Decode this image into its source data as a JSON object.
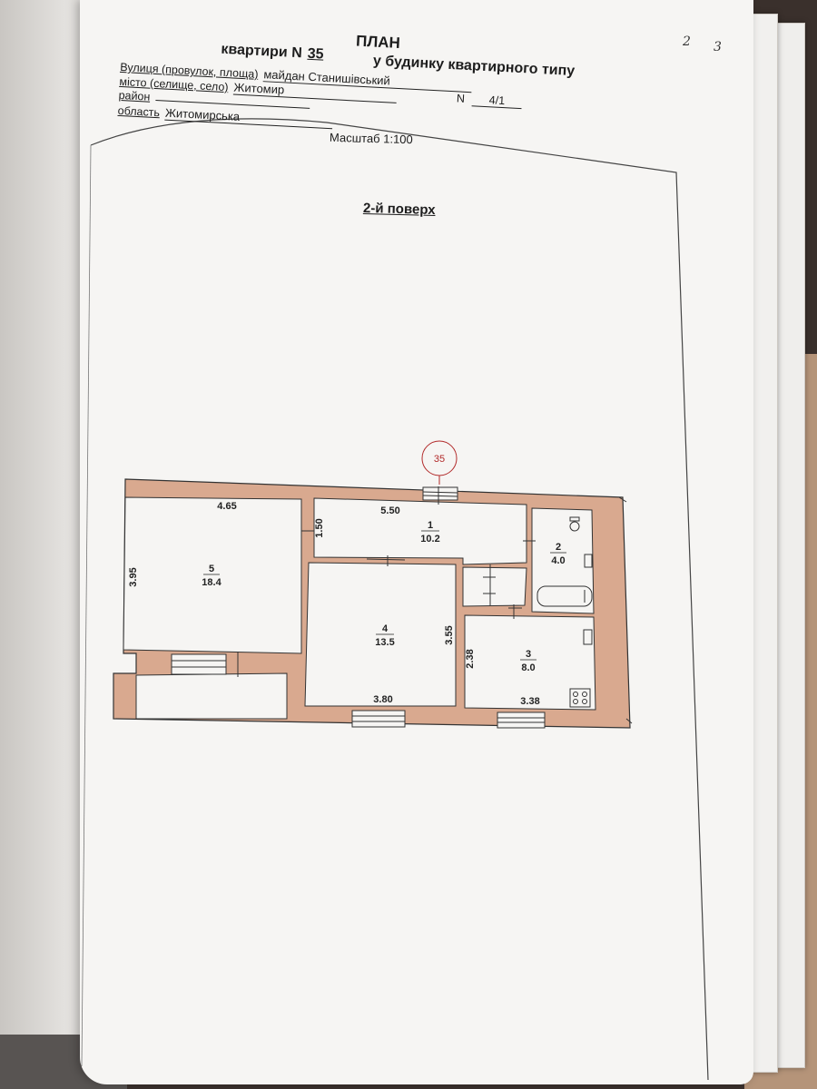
{
  "page_numbers": [
    "2",
    "3"
  ],
  "header": {
    "title": "ПЛАН",
    "apartment_label": "квартири N",
    "apartment_number": "35",
    "building_type": "у будинку квартирного типу",
    "street_label": "Вулиця (провулок, площа)",
    "street_value": "майдан  Станишівський",
    "number_label": "N",
    "number_value": "4/1",
    "city_label": "місто (селище, село)",
    "city_value": "Житомир",
    "district_label": "район",
    "district_value": "",
    "region_label": "область",
    "region_value": "Житомирська"
  },
  "scale": "Масштаб 1:100",
  "floor_title": "2-й поверх",
  "plan": {
    "apartment_marker": "35",
    "wall_color": "#d9a98f",
    "outline_color": "#333333",
    "marker_color": "#b22a2a",
    "rooms": [
      {
        "number": "1",
        "area": "10.2"
      },
      {
        "number": "2",
        "area": "4.0"
      },
      {
        "number": "3",
        "area": "8.0"
      },
      {
        "number": "4",
        "area": "13.5"
      },
      {
        "number": "5",
        "area": "18.4"
      }
    ],
    "dimensions": {
      "room5_width": "4.65",
      "room5_height": "3.95",
      "room1_width": "5.50",
      "room1_height": "1.50",
      "room4_height": "3.55",
      "room4_width": "3.80",
      "room3_height": "2.38",
      "room3_width": "3.38"
    },
    "fixtures": [
      "toilet-icon",
      "sink-icon",
      "bathtub-icon",
      "stove-icon"
    ]
  }
}
